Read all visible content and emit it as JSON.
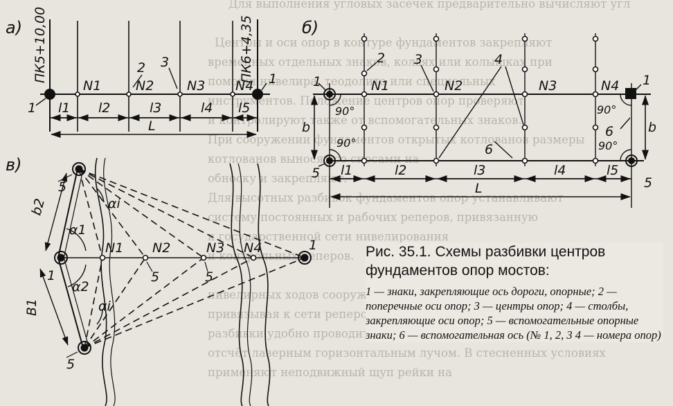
{
  "panels": {
    "a": "а)",
    "b": "б)",
    "v": "в)"
  },
  "callouts": {
    "1": "1",
    "2": "2",
    "3": "3",
    "4": "4",
    "5": "5",
    "6": "6"
  },
  "piers": [
    "N1",
    "N2",
    "N3",
    "N4"
  ],
  "diagram_a": {
    "station_left": "ПК5+10,00",
    "station_right": "ПК6+4,35",
    "spans": [
      "l1",
      "l2",
      "l3",
      "l4",
      "l5"
    ],
    "total": "L"
  },
  "diagram_b": {
    "angle": "90°",
    "offset": "b",
    "spans": [
      "l1",
      "l2",
      "l3",
      "l4",
      "l5"
    ],
    "total": "L"
  },
  "diagram_v": {
    "upper_base": "b2",
    "lower_base": "B1",
    "alpha1": "α1",
    "alpha2": "α2",
    "alpha_i": "αi"
  },
  "caption": {
    "title": "Рис. 35.1. Схемы разбивки центров фундаментов опор мостов:",
    "legend": "1 — знаки, закрепляющие ось дороги, опорные; 2 — поперечные оси опор; 3 — центры опор; 4 — столбы, закрепляющие оси опор; 5 — вспомогательные опорные знаки; 6 — вспомогательная ось (№ 1, 2, 3 4 — номера опор)"
  },
  "background_text": [
    "Для выполнения угловых засечек предварительно вычисляют угл",
    "Центры и оси опор в контуре фундаментов закрепляют",
    "временных отдельных знаков, кольях или колышках при",
    "помощи нивелира, теодолита или специальных",
    "инструментов. Положение центров опор проверяют",
    "и контролируют также от вспомогательных знаков.",
    "При сооружении фундаментов открытых котлованов размеры",
    "котлованов выносят со сносами на",
    "обноску и закрепляют.",
    "Для высотных разбивок фундаментов опор устанавливают",
    "систему постоянных и рабочих реперов, привязанную",
    "к государственной сети нивелирования",
    "и контрольных реперов.",
    "",
    "нивелирных ходов сооружений",
    "привязывая к сети реперов.",
    "разбивки удобно проводить лазерным нивелиром, вертикальным",
    "отсчёт лазерным горизонтальным лучом. В стесненных условиях",
    "применяют неподвижный щуп рейки на",
    ""
  ]
}
